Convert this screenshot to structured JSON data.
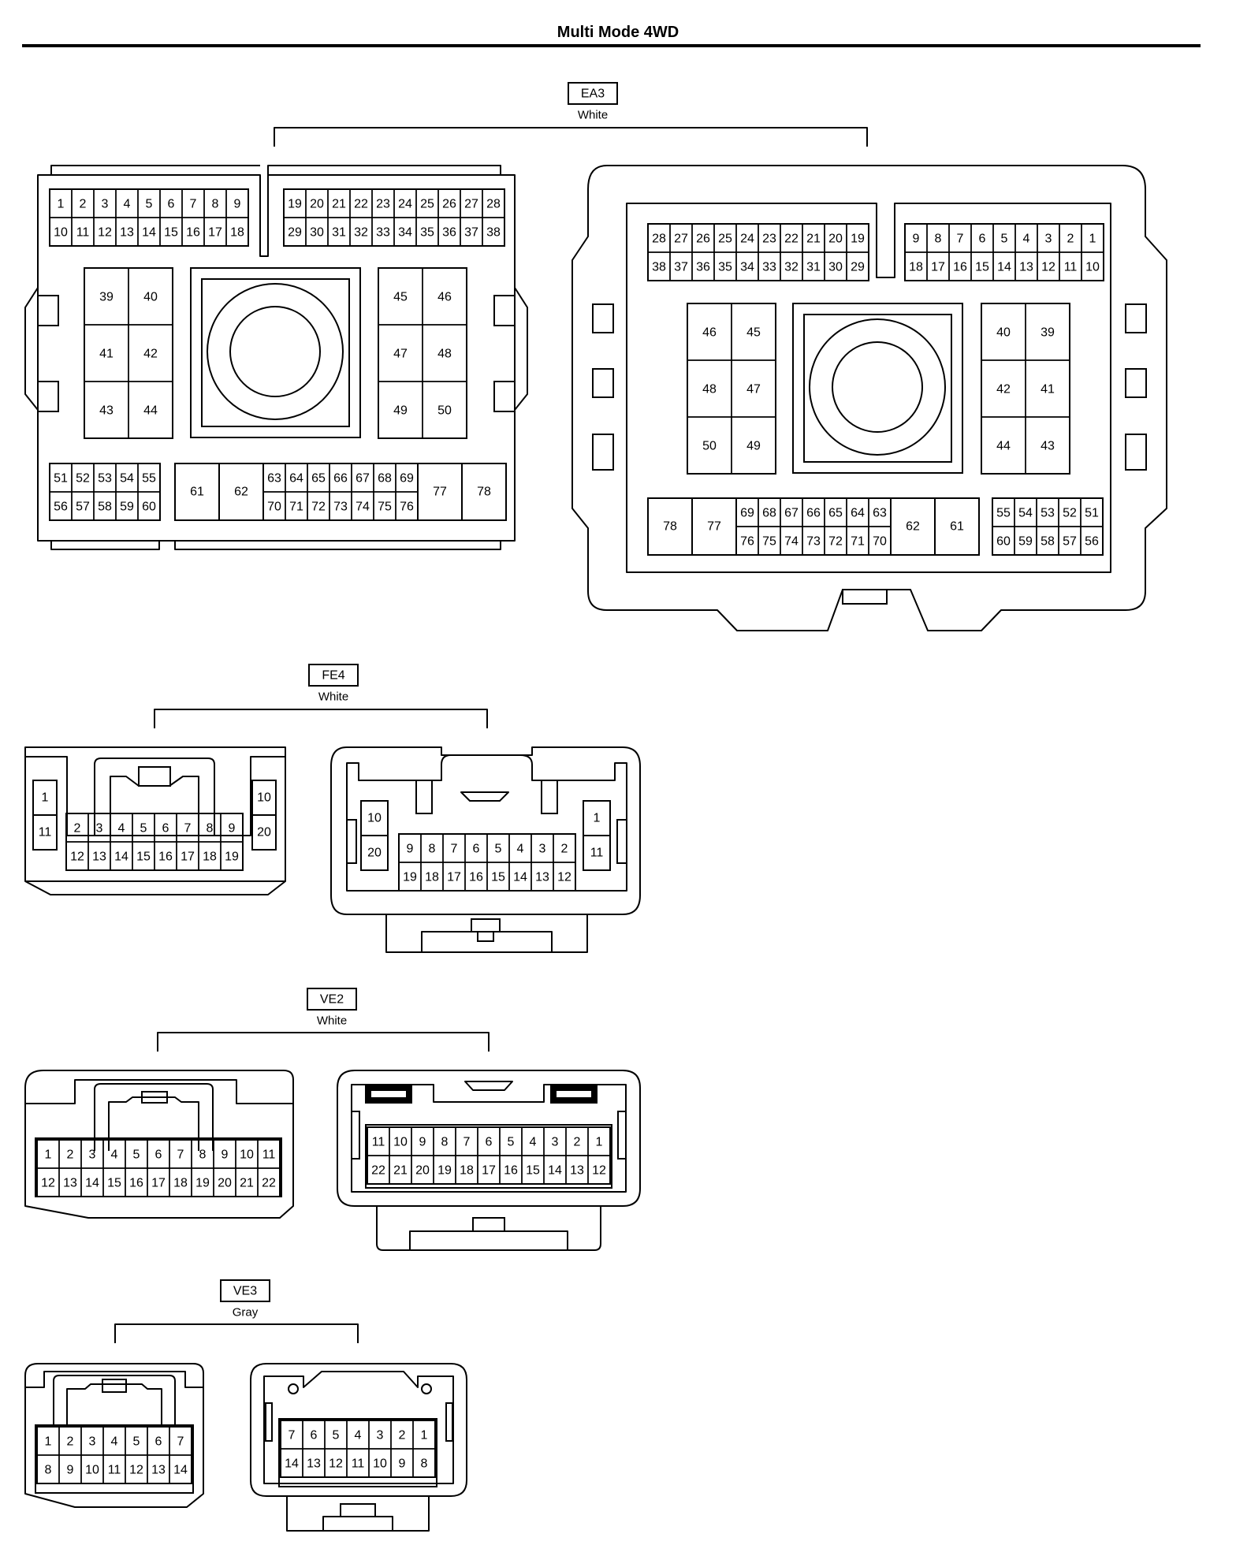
{
  "title": "Multi Mode 4WD",
  "connectors": {
    "ea3": {
      "code": "EA3",
      "color": "White"
    },
    "fe4": {
      "code": "FE4",
      "color": "White"
    },
    "ve2": {
      "code": "VE2",
      "color": "White"
    },
    "ve3": {
      "code": "VE3",
      "color": "Gray"
    }
  },
  "pins": {
    "ea3_left_top_left": [
      [
        "1",
        "2",
        "3",
        "4",
        "5",
        "6",
        "7",
        "8",
        "9"
      ],
      [
        "10",
        "11",
        "12",
        "13",
        "14",
        "15",
        "16",
        "17",
        "18"
      ]
    ],
    "ea3_left_top_right": [
      [
        "19",
        "20",
        "21",
        "22",
        "23",
        "24",
        "25",
        "26",
        "27",
        "28"
      ],
      [
        "29",
        "30",
        "31",
        "32",
        "33",
        "34",
        "35",
        "36",
        "37",
        "38"
      ]
    ],
    "ea3_left_mid_left": [
      [
        "39",
        "40"
      ],
      [
        "41",
        "42"
      ],
      [
        "43",
        "44"
      ]
    ],
    "ea3_left_mid_right": [
      [
        "45",
        "46"
      ],
      [
        "47",
        "48"
      ],
      [
        "49",
        "50"
      ]
    ],
    "ea3_left_bot_left": [
      [
        "51",
        "52",
        "53",
        "54",
        "55"
      ],
      [
        "56",
        "57",
        "58",
        "59",
        "60"
      ]
    ],
    "ea3_left_bot_big": [
      "61",
      "62"
    ],
    "ea3_left_bot_mid": [
      [
        "63",
        "64",
        "65",
        "66",
        "67",
        "68",
        "69"
      ],
      [
        "70",
        "71",
        "72",
        "73",
        "74",
        "75",
        "76"
      ]
    ],
    "ea3_left_bot_right": [
      "77",
      "78"
    ],
    "ea3_right_top_left": [
      [
        "28",
        "27",
        "26",
        "25",
        "24",
        "23",
        "22",
        "21",
        "20",
        "19"
      ],
      [
        "38",
        "37",
        "36",
        "35",
        "34",
        "33",
        "32",
        "31",
        "30",
        "29"
      ]
    ],
    "ea3_right_top_right": [
      [
        "9",
        "8",
        "7",
        "6",
        "5",
        "4",
        "3",
        "2",
        "1"
      ],
      [
        "18",
        "17",
        "16",
        "15",
        "14",
        "13",
        "12",
        "11",
        "10"
      ]
    ],
    "ea3_right_mid_left": [
      [
        "46",
        "45"
      ],
      [
        "48",
        "47"
      ],
      [
        "50",
        "49"
      ]
    ],
    "ea3_right_mid_right": [
      [
        "40",
        "39"
      ],
      [
        "42",
        "41"
      ],
      [
        "44",
        "43"
      ]
    ],
    "ea3_right_bot_left": [
      "78",
      "77"
    ],
    "ea3_right_bot_mid": [
      [
        "69",
        "68",
        "67",
        "66",
        "65",
        "64",
        "63"
      ],
      [
        "76",
        "75",
        "74",
        "73",
        "72",
        "71",
        "70"
      ]
    ],
    "ea3_right_bot_big": [
      "62",
      "61"
    ],
    "ea3_right_bot_right": [
      [
        "55",
        "54",
        "53",
        "52",
        "51"
      ],
      [
        "60",
        "59",
        "58",
        "57",
        "56"
      ]
    ],
    "fe4_left_side_l": [
      "1",
      "11"
    ],
    "fe4_left_main": [
      [
        "2",
        "3",
        "4",
        "5",
        "6",
        "7",
        "8",
        "9"
      ],
      [
        "12",
        "13",
        "14",
        "15",
        "16",
        "17",
        "18",
        "19"
      ]
    ],
    "fe4_left_side_r": [
      "10",
      "20"
    ],
    "fe4_right_side_l": [
      "10",
      "20"
    ],
    "fe4_right_main": [
      [
        "9",
        "8",
        "7",
        "6",
        "5",
        "4",
        "3",
        "2"
      ],
      [
        "19",
        "18",
        "17",
        "16",
        "15",
        "14",
        "13",
        "12"
      ]
    ],
    "fe4_right_side_r": [
      "1",
      "11"
    ],
    "ve2_left": [
      [
        "1",
        "2",
        "3",
        "4",
        "5",
        "6",
        "7",
        "8",
        "9",
        "10",
        "11"
      ],
      [
        "12",
        "13",
        "14",
        "15",
        "16",
        "17",
        "18",
        "19",
        "20",
        "21",
        "22"
      ]
    ],
    "ve2_right": [
      [
        "11",
        "10",
        "9",
        "8",
        "7",
        "6",
        "5",
        "4",
        "3",
        "2",
        "1"
      ],
      [
        "22",
        "21",
        "20",
        "19",
        "18",
        "17",
        "16",
        "15",
        "14",
        "13",
        "12"
      ]
    ],
    "ve3_left": [
      [
        "1",
        "2",
        "3",
        "4",
        "5",
        "6",
        "7"
      ],
      [
        "8",
        "9",
        "10",
        "11",
        "12",
        "13",
        "14"
      ]
    ],
    "ve3_right": [
      [
        "7",
        "6",
        "5",
        "4",
        "3",
        "2",
        "1"
      ],
      [
        "14",
        "13",
        "12",
        "11",
        "10",
        "9",
        "8"
      ]
    ]
  }
}
